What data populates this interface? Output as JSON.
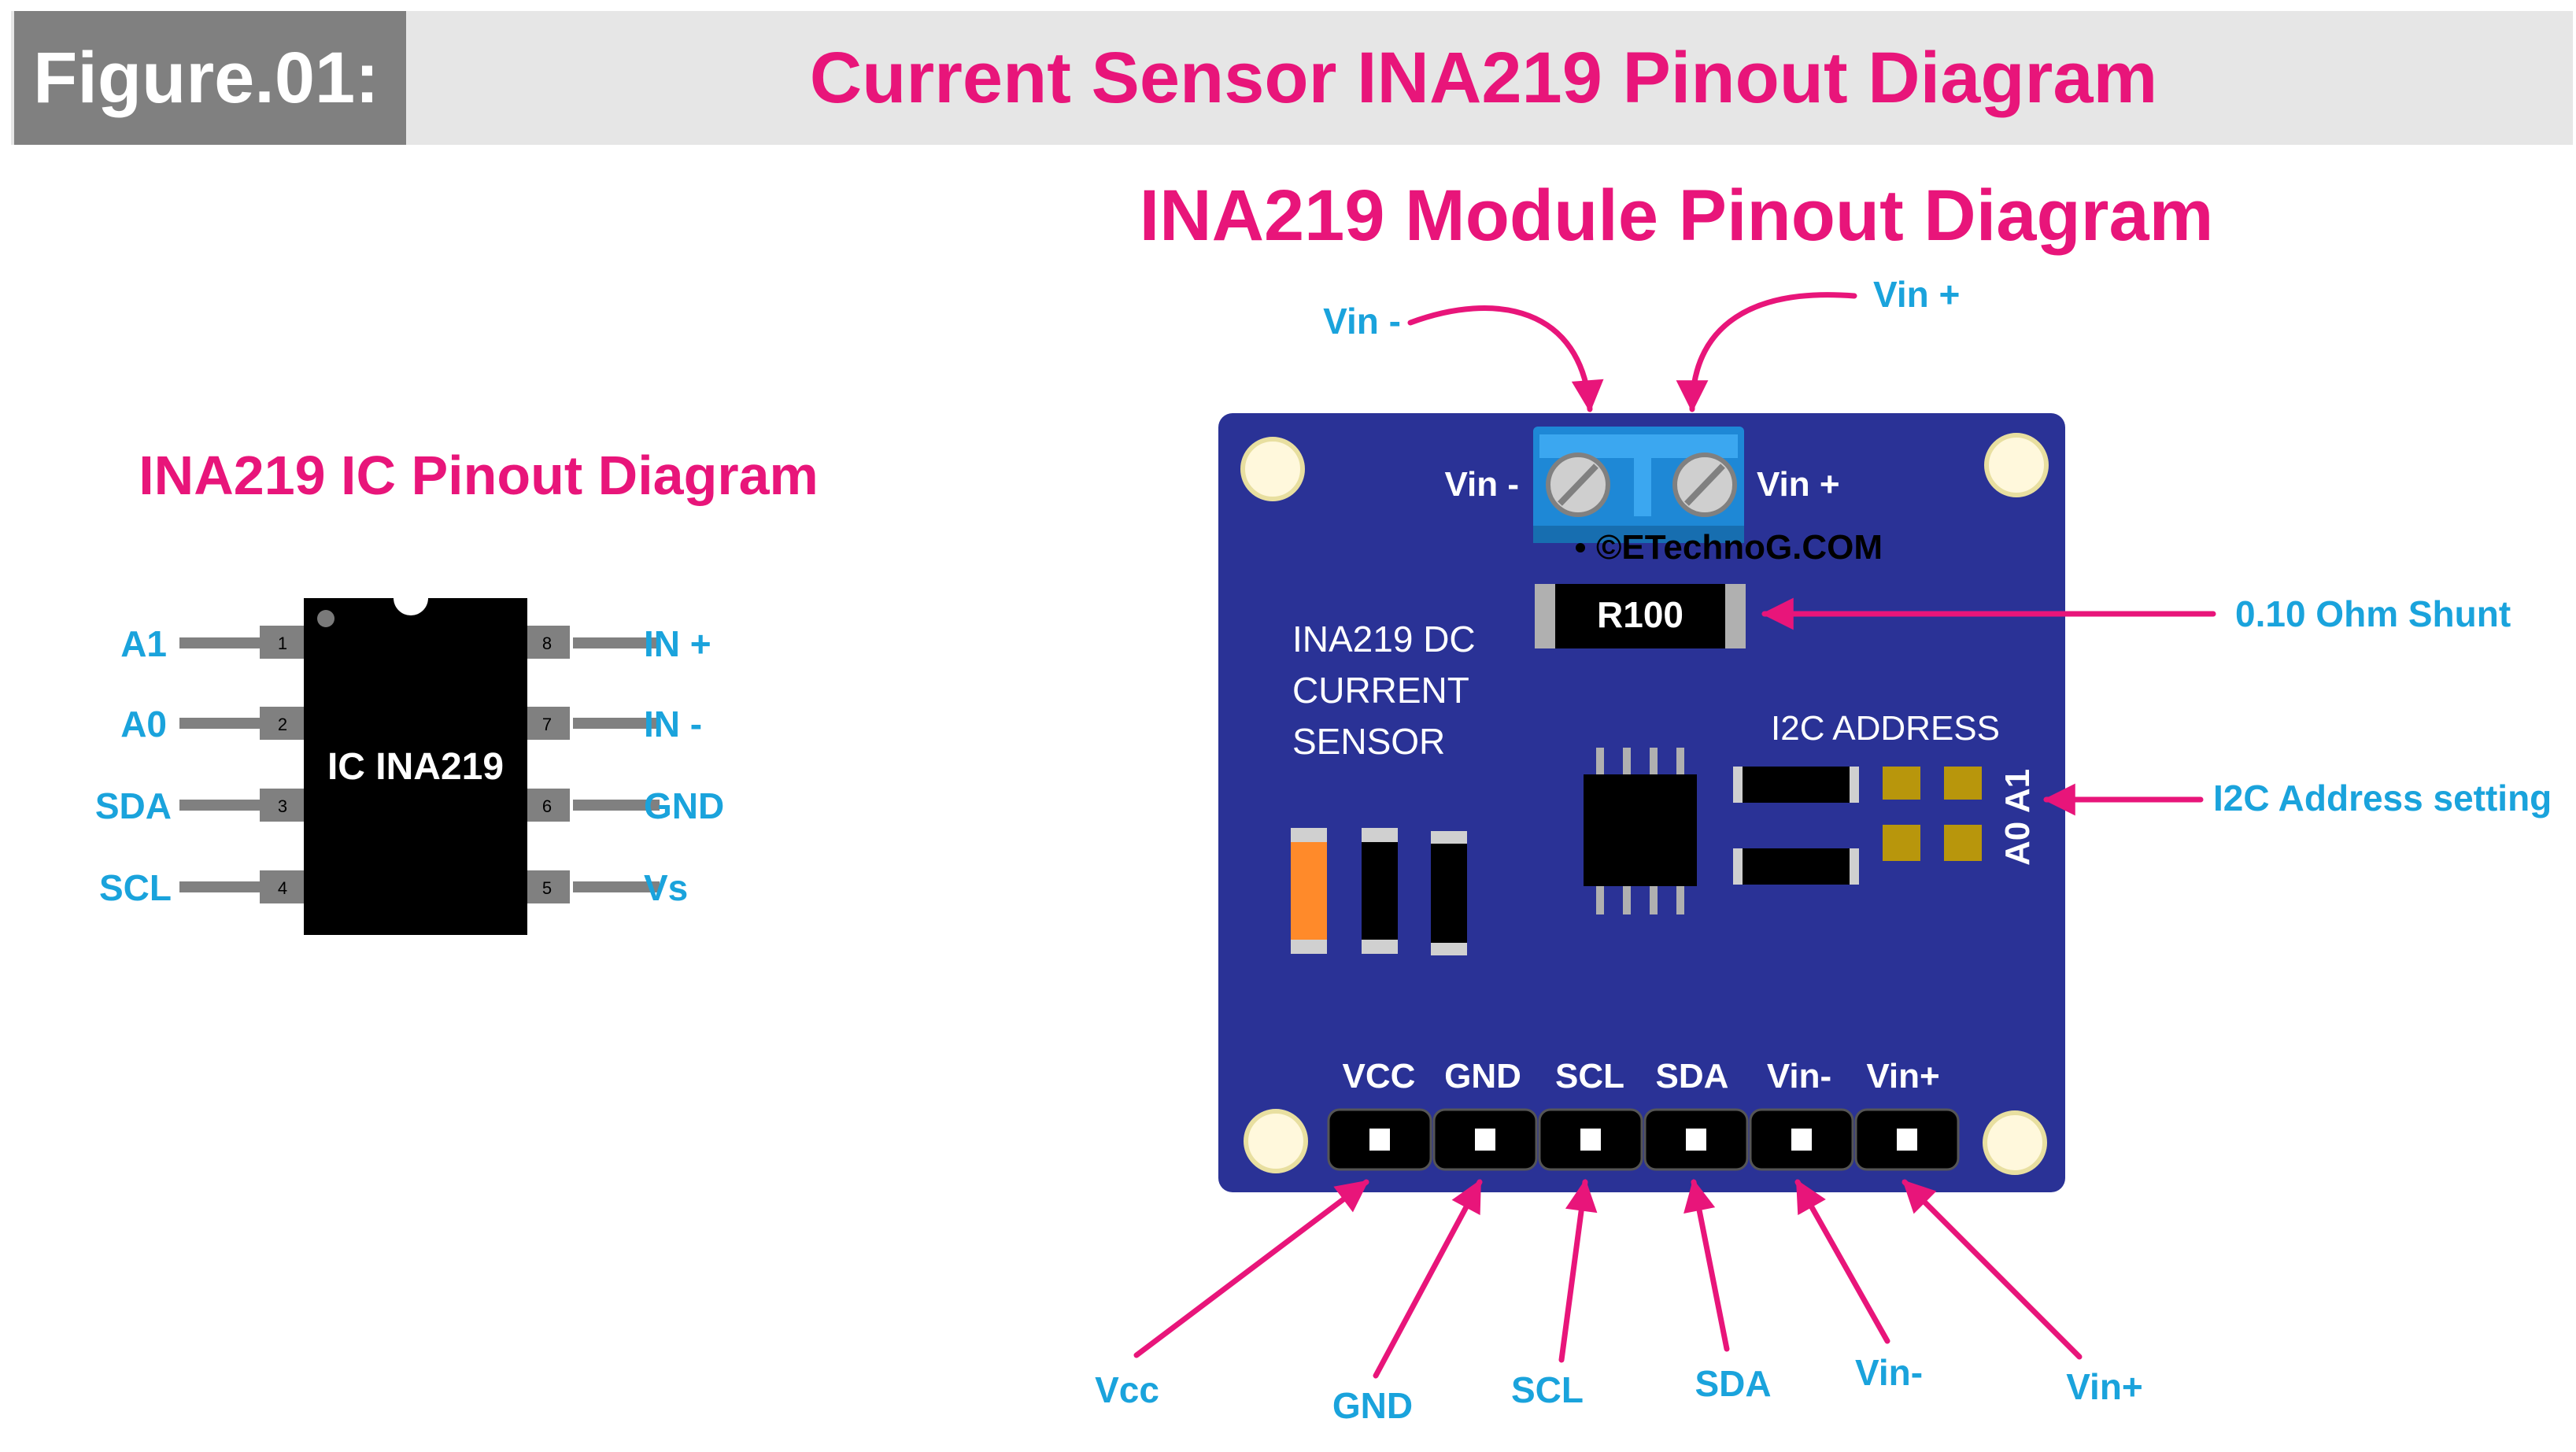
{
  "header": {
    "figure_label": "Figure.01:",
    "title": "Current Sensor INA219 Pinout Diagram"
  },
  "ic_diagram": {
    "title": "INA219 IC Pinout Diagram",
    "body_label": "IC INA219",
    "left_pins": [
      {
        "number": "1",
        "label": "A1"
      },
      {
        "number": "2",
        "label": "A0"
      },
      {
        "number": "3",
        "label": "SDA"
      },
      {
        "number": "4",
        "label": "SCL"
      }
    ],
    "right_pins": [
      {
        "number": "8",
        "label": "IN +"
      },
      {
        "number": "7",
        "label": "IN -"
      },
      {
        "number": "6",
        "label": "GND"
      },
      {
        "number": "5",
        "label": "Vs"
      }
    ]
  },
  "module_diagram": {
    "title": "INA219 Module Pinout Diagram",
    "terminal_labels": {
      "left": "Vin -",
      "right": "Vin +"
    },
    "watermark": "©ETechnoG.COM",
    "shunt_marking": "R100",
    "board_text": [
      "INA219 DC",
      "CURRENT",
      "SENSOR"
    ],
    "i2c_address_label": "I2C ADDRESS",
    "address_pad_labels": "A0 A1",
    "header_pins": [
      "VCC",
      "GND",
      "SCL",
      "SDA",
      "Vin-",
      "Vin+"
    ],
    "callouts": {
      "vin_minus_top": "Vin -",
      "vin_plus_top": "Vin +",
      "shunt": "0.10 Ohm Shunt",
      "i2c_setting": "I2C Address setting"
    },
    "bottom_callouts": [
      "Vcc",
      "GND",
      "SCL",
      "SDA",
      "Vin-",
      "Vin+"
    ]
  },
  "colors": {
    "title_pink": "#E8157A",
    "label_blue": "#1AA3DC",
    "board_blue": "#2A3296",
    "header_gray": "#E6E6E6",
    "figure_box": "#808080"
  }
}
